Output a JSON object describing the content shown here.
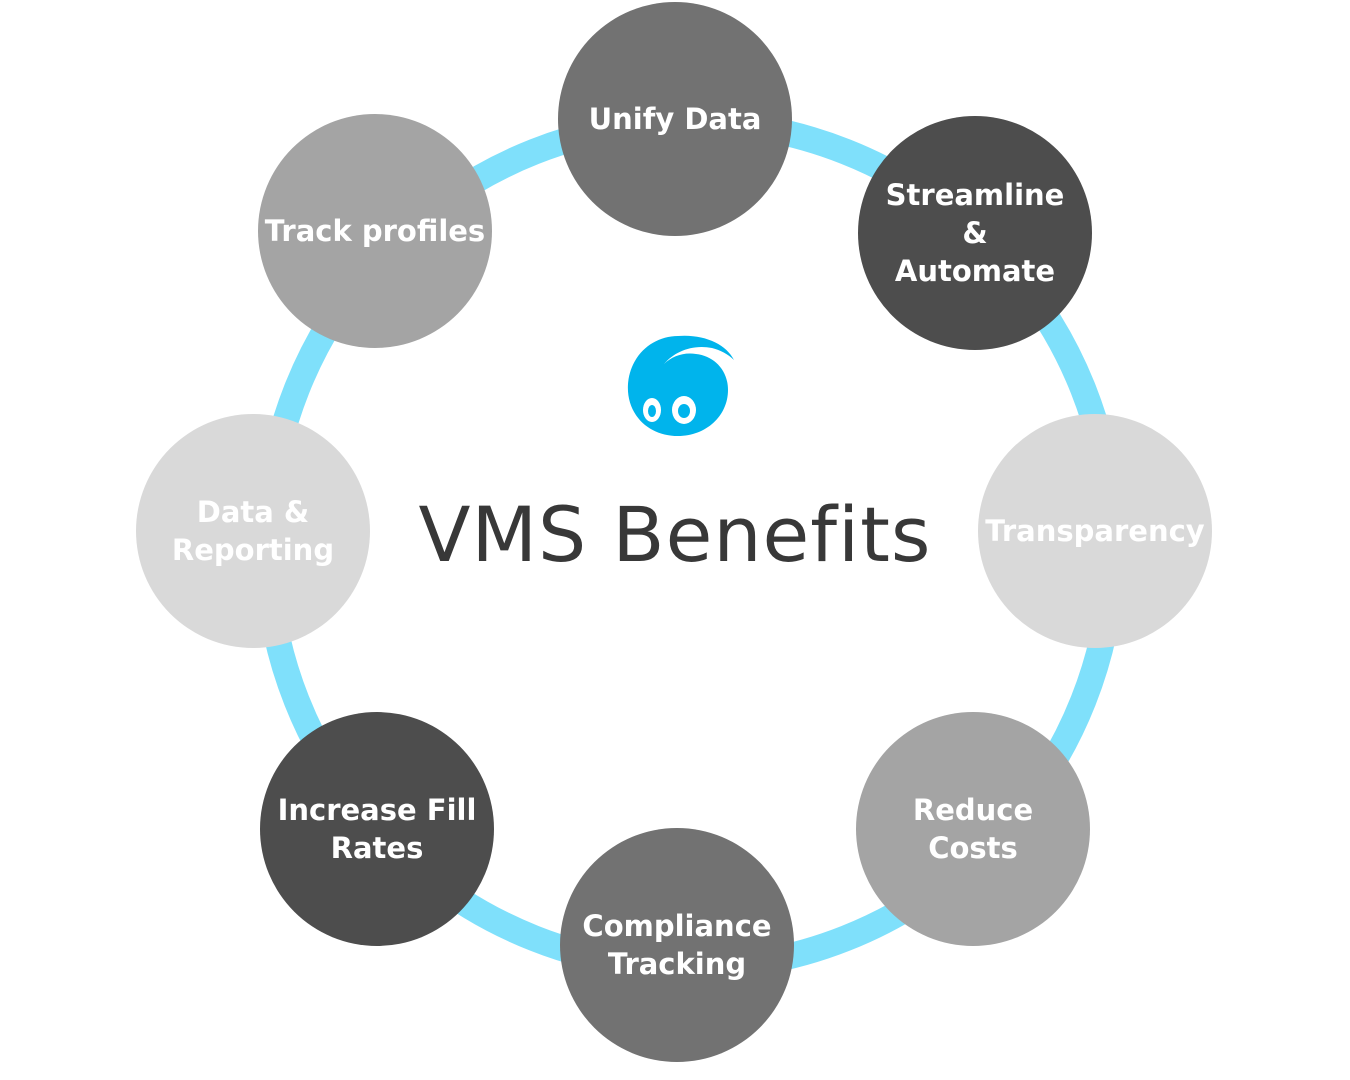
{
  "title": "VMS Benefits",
  "logo": {
    "icon": "mascot-logo-icon",
    "color": "#00b4ec"
  },
  "colors": {
    "ring": "#7fe0fb",
    "mid": "#727272",
    "dark": "#4d4d4d",
    "gray": "#a4a4a4",
    "light": "#d9d9d9",
    "title": "#383838"
  },
  "nodes": [
    {
      "lines": [
        "Unify Data"
      ]
    },
    {
      "lines": [
        "Streamline",
        "&",
        "Automate"
      ]
    },
    {
      "lines": [
        "Transparency"
      ]
    },
    {
      "lines": [
        "Reduce",
        "Costs"
      ]
    },
    {
      "lines": [
        "Compliance",
        "Tracking"
      ]
    },
    {
      "lines": [
        "Increase Fill",
        "Rates"
      ]
    },
    {
      "lines": [
        "Data &",
        "Reporting"
      ]
    },
    {
      "lines": [
        "Track profiles"
      ]
    }
  ]
}
